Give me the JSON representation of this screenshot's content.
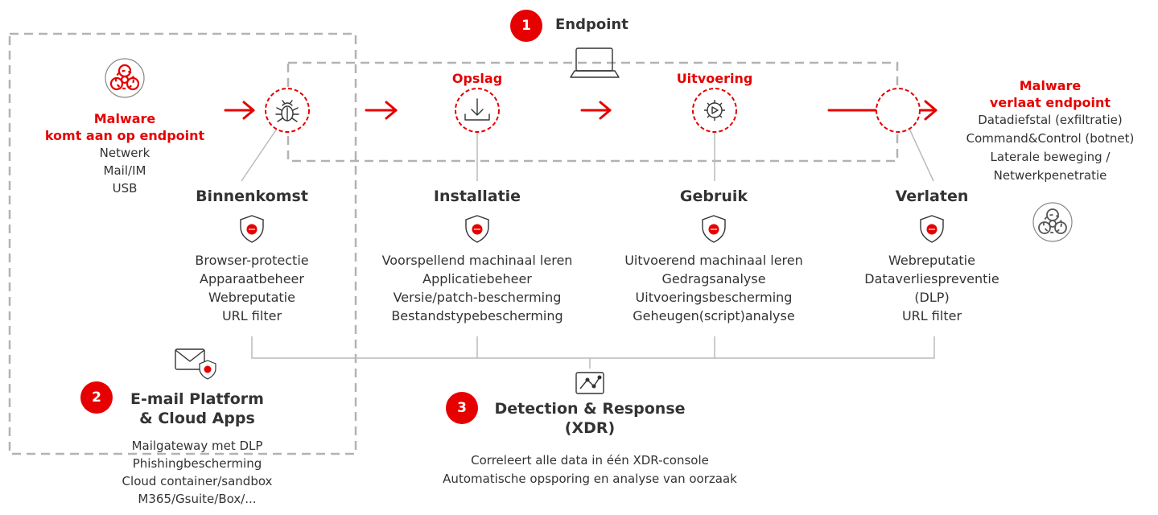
{
  "endpoint": {
    "number": "1",
    "title": "Endpoint",
    "icon": "laptop-icon"
  },
  "arrival": {
    "title_line1": "Malware",
    "title_line2": "komt aan op endpoint",
    "items": [
      "Netwerk",
      "Mail/IM",
      "USB"
    ],
    "icon": "biohazard-icon"
  },
  "exit": {
    "title_line1": "Malware",
    "title_line2": "verlaat endpoint",
    "items": [
      "Datadiefstal (exfiltratie)",
      "Command&Control (botnet)",
      "Laterale beweging /",
      "Netwerkpenetratie"
    ],
    "icon": "biohazard-icon"
  },
  "labels": {
    "storage": "Opslag",
    "execution": "Uitvoering"
  },
  "stages": [
    {
      "title": "Binnenkomst",
      "items": [
        "Browser-protectie",
        "Apparaatbeheer",
        "Webreputatie",
        "URL filter"
      ]
    },
    {
      "title": "Installatie",
      "items": [
        "Voorspellend machinaal leren",
        "Applicatiebeheer",
        "Versie/patch-bescherming",
        "Bestandstypebescherming"
      ]
    },
    {
      "title": "Gebruik",
      "items": [
        "Uitvoerend machinaal leren",
        "Gedragsanalyse",
        "Uitvoeringsbescherming",
        "Geheugen(script)analyse"
      ]
    },
    {
      "title": "Verlaten",
      "items": [
        "Webreputatie",
        "Dataverliespreventie",
        "(DLP)",
        "URL filter"
      ]
    }
  ],
  "email": {
    "number": "2",
    "title_line1": "E-mail Platform",
    "title_line2": "& Cloud Apps",
    "items": [
      "Mailgateway met DLP",
      "Phishingbescherming",
      "Cloud container/sandbox",
      "M365/Gsuite/Box/..."
    ]
  },
  "xdr": {
    "number": "3",
    "title_line1": "Detection & Response",
    "title_line2": "(XDR)",
    "items": [
      "Correleert alle data in één XDR-console",
      "Automatische opsporing en analyse van oorzaak"
    ]
  },
  "colors": {
    "accent": "#e60000",
    "text": "#333333",
    "line": "#bbbbbb",
    "dash": "#b3b3b3"
  }
}
